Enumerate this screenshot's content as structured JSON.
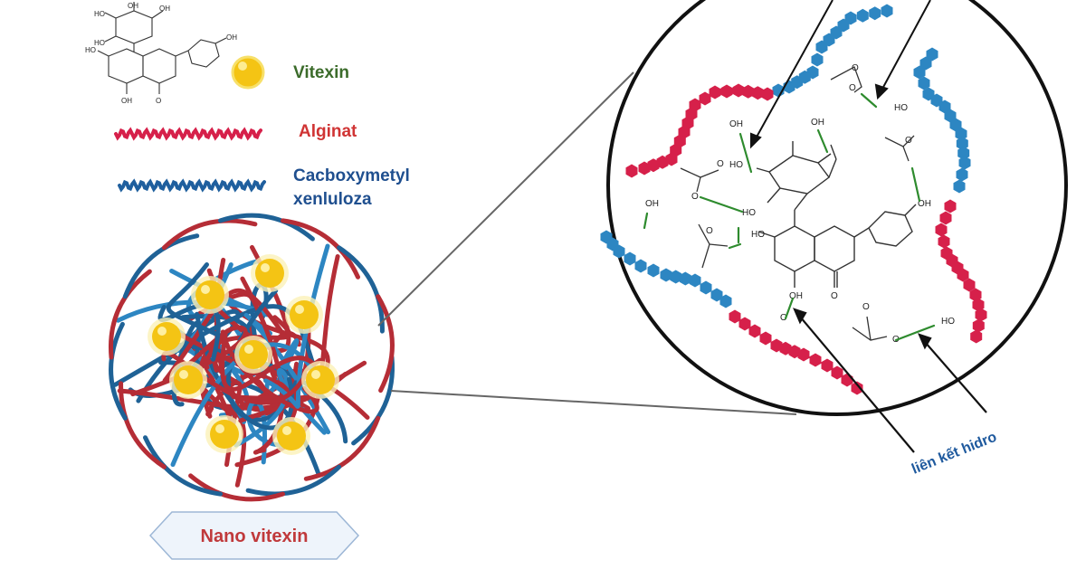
{
  "legend": {
    "vitexin": "Vitexin",
    "alginat": "Alginat",
    "cmc_line1": "Cacboxymetyl",
    "cmc_line2": "xenluloza"
  },
  "caption": "Nano vitexin",
  "hydrogen_bond_label": "liên kết hidro",
  "chem_labels": {
    "oh": "OH",
    "ho": "HO",
    "o": "O"
  },
  "colors": {
    "alginate": "#d6204a",
    "alginate_dark": "#b52d36",
    "cmc": "#2d86c2",
    "cmc_dark": "#1f6296",
    "vitexin": "#f4c414",
    "vitexin_label": "#3b6b2a",
    "alginat_label": "#d03434",
    "cmc_label": "#1f4f8f",
    "hbond": "#2e8b2e",
    "caption_fill": "#eef4fb",
    "caption_stroke": "#9db7d6"
  },
  "icons": [
    "vitexin-molecule-icon",
    "alginate-chain-icon",
    "cmc-chain-icon",
    "nanoparticle-icon",
    "magnifier-circle-icon",
    "arrow-icon"
  ]
}
